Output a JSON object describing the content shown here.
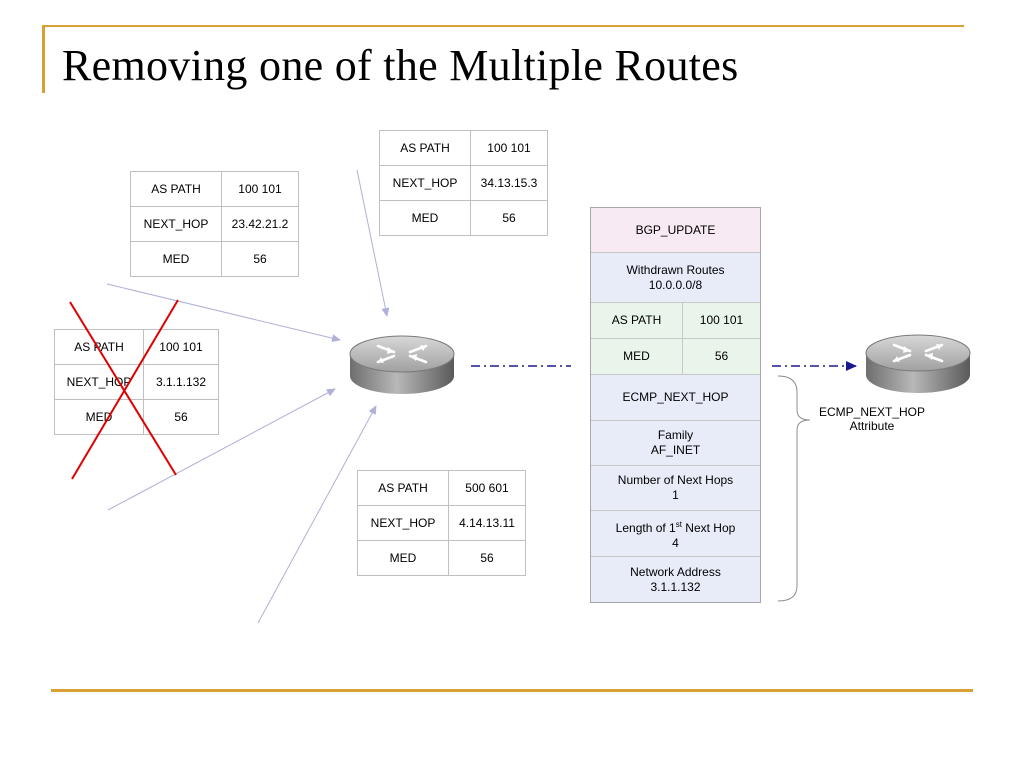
{
  "title": "Removing one of the Multiple Routes",
  "routes": {
    "top": [
      {
        "attr": "AS PATH",
        "value": "100  101"
      },
      {
        "attr": "NEXT_HOP",
        "value": "34.13.15.3"
      },
      {
        "attr": "MED",
        "value": "56"
      }
    ],
    "upper_left": [
      {
        "attr": "AS PATH",
        "value": "100  101"
      },
      {
        "attr": "NEXT_HOP",
        "value": "23.42.21.2"
      },
      {
        "attr": "MED",
        "value": "56"
      }
    ],
    "withdrawn": [
      {
        "attr": "AS PATH",
        "value": "100  101"
      },
      {
        "attr": "NEXT_HOP",
        "value": "3.1.1.132"
      },
      {
        "attr": "MED",
        "value": "56"
      }
    ],
    "bottom": [
      {
        "attr": "AS PATH",
        "value": "500  601"
      },
      {
        "attr": "NEXT_HOP",
        "value": "4.14.13.11"
      },
      {
        "attr": "MED",
        "value": "56"
      }
    ]
  },
  "bgp_update": {
    "header": "BGP_UPDATE",
    "withdrawn_label": "Withdrawn Routes",
    "withdrawn_value": "10.0.0.0/8",
    "as_path_label": "AS PATH",
    "as_path_value": "100 101",
    "med_label": "MED",
    "med_value": "56",
    "ecmp": "ECMP_NEXT_HOP",
    "family_label": "Family",
    "family_value": "AF_INET",
    "num_hops_label": "Number of Next Hops",
    "num_hops_value": "1",
    "length_label_pre": "Length of 1",
    "length_label_sup": "st",
    "length_label_post": " Next Hop",
    "length_value": "4",
    "address_label": "Network Address",
    "address_value": "3.1.1.132"
  },
  "attribute_label": {
    "line1": "ECMP_NEXT_HOP",
    "line2": "Attribute"
  },
  "colors": {
    "accent": "#d8a133",
    "cross": "#e00000",
    "arrow": "#b0b0d8",
    "dash": "#1a1a8c",
    "pink": "#f7eaf2",
    "blue": "#e8ebf8",
    "green": "#e9f5ea"
  },
  "icons": [
    "router-icon",
    "router-icon"
  ]
}
